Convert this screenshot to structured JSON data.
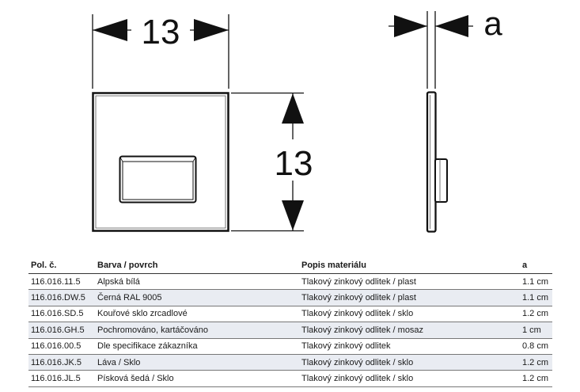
{
  "drawing": {
    "width_label": "13",
    "height_label": "13",
    "depth_label": "a"
  },
  "table": {
    "headers": [
      "Pol. č.",
      "Barva / povrch",
      "Popis materiálu",
      "a"
    ],
    "rows": [
      [
        "116.016.11.5",
        "Alpská bílá",
        "Tlakový zinkový odlitek / plast",
        "1.1 cm"
      ],
      [
        "116.016.DW.5",
        "Černá RAL 9005",
        "Tlakový zinkový odlitek / plast",
        "1.1 cm"
      ],
      [
        "116.016.SD.5",
        "Kouřové sklo zrcadlové",
        "Tlakový zinkový odlitek / sklo",
        "1.2 cm"
      ],
      [
        "116.016.GH.5",
        "Pochromováno, kartáčováno",
        "Tlakový zinkový odlitek / mosaz",
        "1 cm"
      ],
      [
        "116.016.00.5",
        "Dle specifikace zákazníka",
        "Tlakový zinkový odlitek",
        "0.8 cm"
      ],
      [
        "116.016.JK.5",
        "Láva / Sklo",
        "Tlakový zinkový odlitek / sklo",
        "1.2 cm"
      ],
      [
        "116.016.JL.5",
        "Písková šedá / Sklo",
        "Tlakový zinkový odlitek / sklo",
        "1.2 cm"
      ]
    ]
  }
}
